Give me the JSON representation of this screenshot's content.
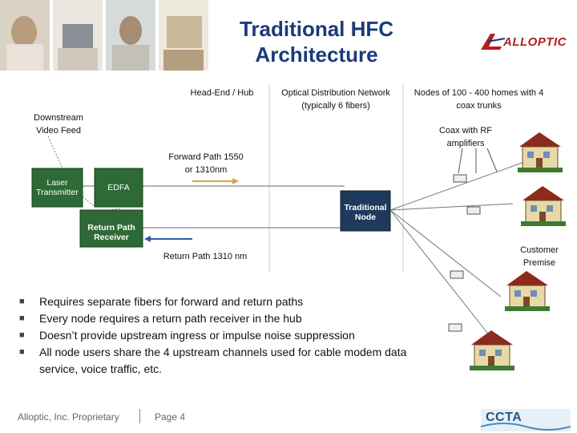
{
  "title": {
    "line1": "Traditional HFC",
    "line2": "Architecture"
  },
  "logo": {
    "text": "ALLOPTIC"
  },
  "headers": {
    "headend": "Head-End / Hub",
    "odn_line1": "Optical Distribution Network",
    "odn_line2": "(typically 6 fibers)",
    "nodes_line1": "Nodes of 100 - 400 homes with 4",
    "nodes_line2": "coax trunks"
  },
  "labels": {
    "downstream_line1": "Downstream",
    "downstream_line2": "Video Feed",
    "coax_line1": "Coax with RF",
    "coax_line2": "amplifiers",
    "forward_line1": "Forward Path 1550",
    "forward_line2": "or 1310nm",
    "return_path": "Return Path 1310 nm",
    "customer_line1": "Customer",
    "customer_line2": "Premise"
  },
  "boxes": {
    "laser_line1": "Laser",
    "laser_line2": "Transmitter",
    "edfa": "EDFA",
    "return_rx_line1": "Return Path",
    "return_rx_line2": "Receiver",
    "node_line1": "Traditional",
    "node_line2": "Node"
  },
  "bullets": [
    "Requires separate fibers for forward and return paths",
    "Every node requires a return path receiver in the hub",
    "Doesn’t provide upstream ingress or impulse noise suppression",
    "All node users share the 4 upstream channels used for cable modem data service, voice traffic, etc."
  ],
  "footer": {
    "left": "Alloptic, Inc. Proprietary",
    "right": "Page 4",
    "ccta": "CCTA"
  },
  "colors": {
    "title": "#1c3a78",
    "laser_box": "#2d6a35",
    "edfa_box": "#2d6a35",
    "return_box": "#2d6a35",
    "node_box": "#1e3a5c",
    "forward_arrow": "#d6a24a",
    "return_arrow": "#2a5ca8",
    "logo": "#b3201f"
  }
}
